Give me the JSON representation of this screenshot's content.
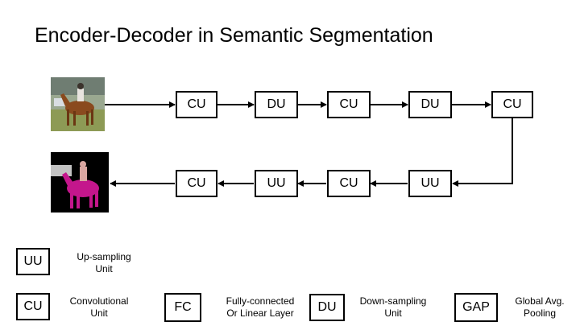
{
  "title": "Encoder-Decoder in Semantic Segmentation",
  "encoder_row": [
    "CU",
    "DU",
    "CU",
    "DU",
    "CU"
  ],
  "decoder_row": [
    "CU",
    "UU",
    "CU",
    "UU"
  ],
  "legend": [
    {
      "abbr": "UU",
      "line1": "Up-sampling",
      "line2": "Unit"
    },
    {
      "abbr": "CU",
      "line1": "Convolutional",
      "line2": "Unit"
    },
    {
      "abbr": "FC",
      "line1": "Fully-connected",
      "line2": "Or Linear Layer"
    },
    {
      "abbr": "DU",
      "line1": "Down-sampling",
      "line2": "Unit"
    },
    {
      "abbr": "GAP",
      "line1": "Global Avg.",
      "line2": "Pooling"
    }
  ]
}
